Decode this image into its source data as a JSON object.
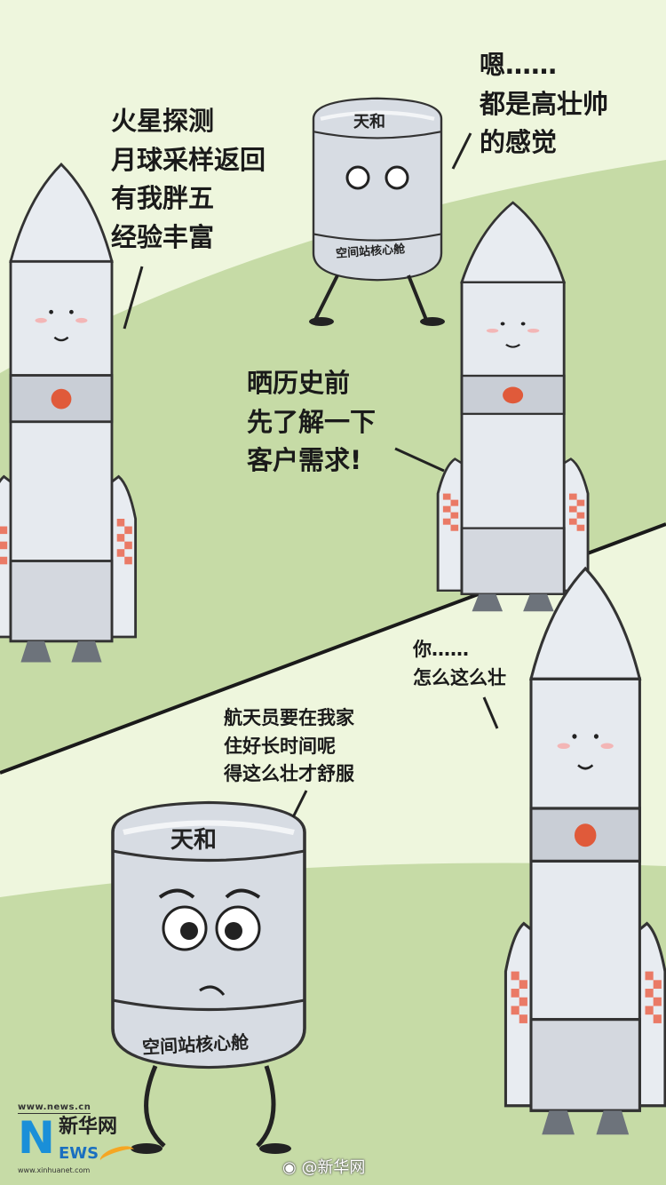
{
  "panel_top": {
    "rocket_left_speech": [
      "火星探测",
      "月球采样返回",
      "有我胖五",
      "经验丰富"
    ],
    "module_speech": [
      "嗯……",
      "都是高壮帅",
      "的感觉"
    ],
    "rocket_right_speech": [
      "晒历史前",
      "先了解一下",
      "客户需求!"
    ],
    "module_name": "天和",
    "module_label": "空间站核心舱"
  },
  "panel_bottom": {
    "rocket_speech": [
      "你……",
      "怎么这么壮"
    ],
    "module_speech": [
      "航天员要在我家",
      "住好长时间呢",
      "得这么壮才舒服"
    ],
    "module_name": "天和",
    "module_label": "空间站核心舱"
  },
  "watermark": {
    "url_top": "www.news.cn",
    "brand_cn": "新华网",
    "brand_n": "N",
    "brand_ews": "EWS",
    "url_bottom": "www.xinhuanet.com",
    "weibo_handle": "@新华网"
  },
  "colors": {
    "background": "#eef6dd",
    "hill": "#c6dba6",
    "rocket": "#e4e8ee",
    "band": "#c9ced6",
    "accent": "#e05a3a"
  }
}
